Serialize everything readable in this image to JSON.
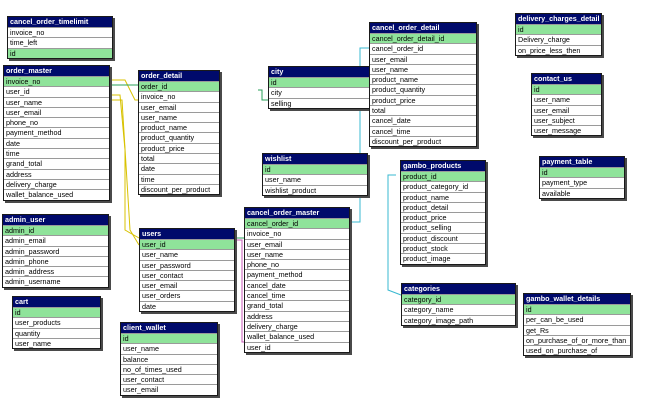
{
  "colors": {
    "header_bg": "#000a6b",
    "header_text": "#ffffff",
    "primary_key_bg": "#8fe39a",
    "link_yellow": "#d8c200",
    "link_green": "#2aa05a",
    "link_cyan": "#38b8d0",
    "link_magenta": "#c85ab8"
  },
  "tables": [
    {
      "name": "cancel_order_timelimit",
      "fields": [
        "invoice_no",
        "time_left",
        "id"
      ],
      "pk": [
        2
      ]
    },
    {
      "name": "order_master",
      "fields": [
        "invoice_no",
        "user_id",
        "user_name",
        "user_email",
        "phone_no",
        "payment_method",
        "date",
        "time",
        "grand_total",
        "address",
        "delivery_charge",
        "wallet_balance_used"
      ],
      "pk": [
        0
      ]
    },
    {
      "name": "order_detail",
      "fields": [
        "order_id",
        "invoice_no",
        "user_email",
        "user_name",
        "product_name",
        "product_quantity",
        "product_price",
        "total",
        "date",
        "time",
        "discount_per_product"
      ],
      "pk": [
        0
      ]
    },
    {
      "name": "city",
      "fields": [
        "id",
        "city",
        "selling"
      ],
      "pk": [
        0
      ]
    },
    {
      "name": "cancel_order_detail",
      "fields": [
        "cancel_order_detail_id",
        "cancel_order_id",
        "user_email",
        "user_name",
        "product_name",
        "product_quantity",
        "product_price",
        "total",
        "cancel_date",
        "cancel_time",
        "discount_per_product"
      ],
      "pk": [
        0
      ]
    },
    {
      "name": "delivery_charges_detail",
      "fields": [
        "id",
        "Delivery_charge",
        "on_price_less_then"
      ],
      "pk": [
        0
      ]
    },
    {
      "name": "contact_us",
      "fields": [
        "id",
        "user_name",
        "user_email",
        "user_subject",
        "user_message"
      ],
      "pk": [
        0
      ]
    },
    {
      "name": "wishlist",
      "fields": [
        "id",
        "user_name",
        "wishlist_product"
      ],
      "pk": [
        0
      ]
    },
    {
      "name": "gambo_products",
      "fields": [
        "product_id",
        "product_category_id",
        "product_name",
        "product_detail",
        "product_price",
        "product_selling",
        "product_discount",
        "product_stock",
        "product_image"
      ],
      "pk": [
        0
      ]
    },
    {
      "name": "payment_table",
      "fields": [
        "id",
        "payment_type",
        "available"
      ],
      "pk": [
        0
      ]
    },
    {
      "name": "admin_user",
      "fields": [
        "admin_id",
        "admin_email",
        "admin_password",
        "admin_phone",
        "admin_address",
        "admin_username"
      ],
      "pk": [
        0
      ]
    },
    {
      "name": "users",
      "fields": [
        "user_id",
        "user_name",
        "user_password",
        "user_contact",
        "user_email",
        "user_orders",
        "date"
      ],
      "pk": [
        0
      ]
    },
    {
      "name": "cancel_order_master",
      "fields": [
        "cancel_order_id",
        "invoice_no",
        "user_email",
        "user_name",
        "phone_no",
        "payment_method",
        "cancel_date",
        "cancel_time",
        "grand_total",
        "address",
        "delivery_charge",
        "wallet_balance_used",
        "user_id"
      ],
      "pk": [
        0
      ]
    },
    {
      "name": "categories",
      "fields": [
        "category_id",
        "category_name",
        "category_image_path"
      ],
      "pk": [
        0
      ]
    },
    {
      "name": "cart",
      "fields": [
        "id",
        "user_products",
        "quantity",
        "user_name"
      ],
      "pk": [
        0
      ]
    },
    {
      "name": "client_wallet",
      "fields": [
        "id",
        "user_name",
        "balance",
        "no_of_times_used",
        "user_contact",
        "user_email"
      ],
      "pk": [
        0
      ]
    },
    {
      "name": "gambo_wallet_details",
      "fields": [
        "id",
        "per_can_be_used",
        "get_Rs",
        "on_purchase_of_or_more_than",
        "used_on_purchase_of"
      ],
      "pk": [
        0
      ]
    }
  ]
}
